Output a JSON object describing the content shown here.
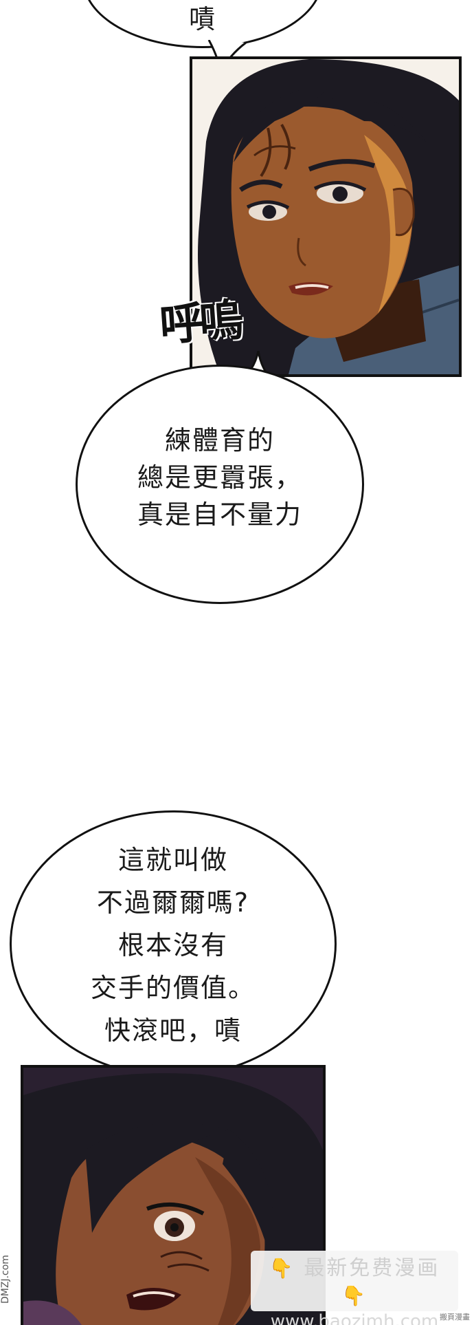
{
  "bubble_top": {
    "lines": [
      "嘖"
    ]
  },
  "sfx": "呼嗚",
  "bubble_middle": {
    "lines": [
      "練體育的",
      "總是更囂張，",
      "真是自不量力"
    ]
  },
  "bubble_bottom": {
    "lines": [
      "這就叫做",
      "不過爾爾嗎?",
      "根本沒有",
      "交手的價值。",
      "快滾吧，嘖"
    ]
  },
  "watermark": {
    "title": "最新免费漫画",
    "url": "www.baozimh.com",
    "hand_left": "👇",
    "hand_right": "👇"
  },
  "side_mark": "DMZJ.com",
  "corner_mark": "搬頁漫畫",
  "colors": {
    "skin": "#9b5a2e",
    "skin_dark": "#6e3a1a",
    "hair": "#1c1a22",
    "shirt": "#4a5f78",
    "panel2_bg": "#3a2a3a"
  }
}
